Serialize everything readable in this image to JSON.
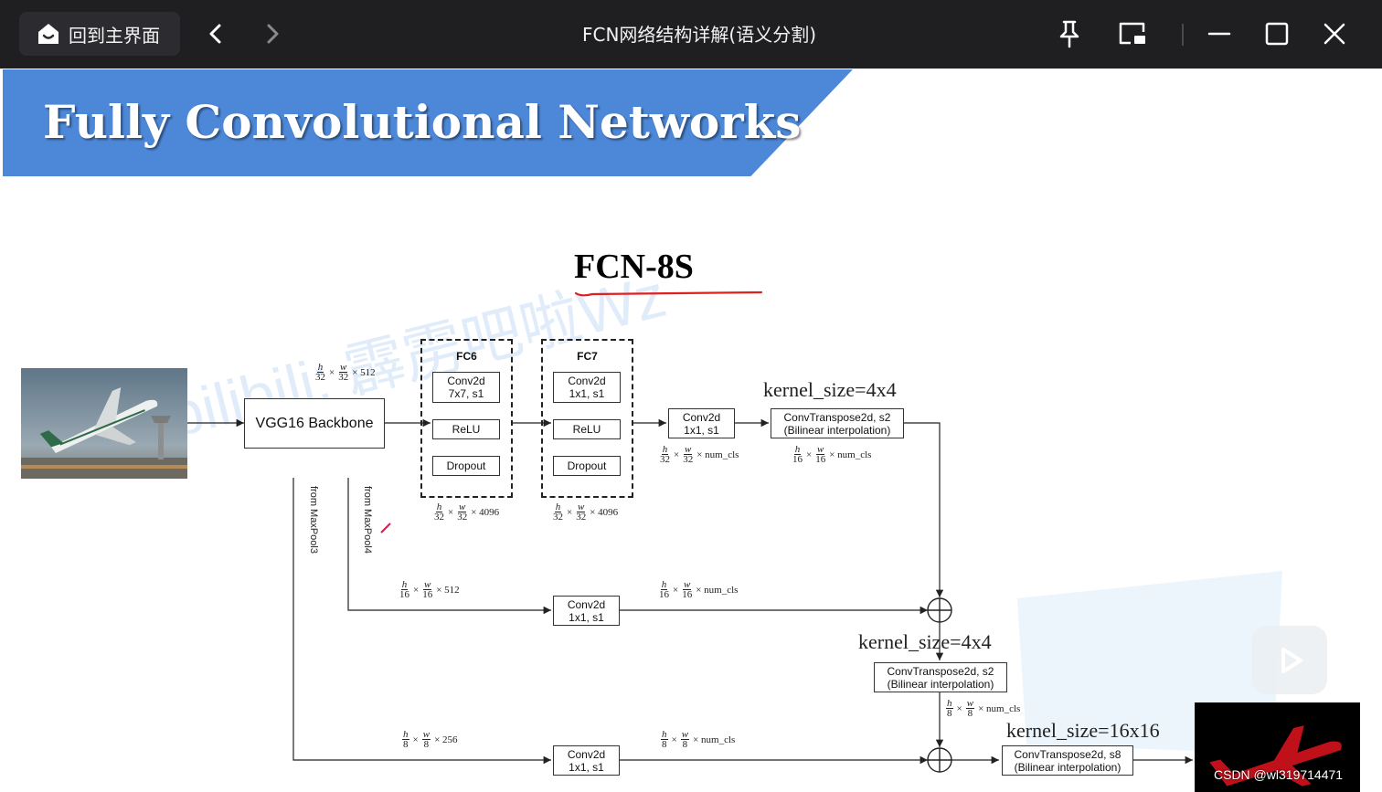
{
  "titlebar": {
    "home_label": "回到主界面",
    "title": "FCN网络结构详解(语义分割)",
    "icons": [
      "home-icon",
      "chevron-left-icon",
      "chevron-right-icon",
      "pin-icon",
      "picture-in-picture-icon",
      "minimize-icon",
      "maximize-icon",
      "close-icon"
    ]
  },
  "slide": {
    "banner_title": "Fully Convolutional Networks",
    "heading": "FCN-8S",
    "watermark": "bilibili: 霹雳吧啦Wz",
    "credit": "CSDN @wl319714471",
    "accent_color": "#4d88d8"
  },
  "diagram": {
    "backbone": "VGG16 Backbone",
    "fc6": {
      "title": "FC6",
      "conv_line1": "Conv2d",
      "conv_line2": "7x7, s1",
      "relu": "ReLU",
      "dropout": "Dropout"
    },
    "fc7": {
      "title": "FC7",
      "conv_line1": "Conv2d",
      "conv_line2": "1x1, s1",
      "relu": "ReLU",
      "dropout": "Dropout"
    },
    "conv_main": {
      "line1": "Conv2d",
      "line2": "1x1, s1"
    },
    "conv_pool4": {
      "line1": "Conv2d",
      "line2": "1x1, s1"
    },
    "conv_pool3": {
      "line1": "Conv2d",
      "line2": "1x1, s1"
    },
    "tconv_1": {
      "line1": "ConvTranspose2d, s2",
      "line2": "(Bilinear interpolation)"
    },
    "tconv_2": {
      "line1": "ConvTranspose2d, s2",
      "line2": "(Bilinear interpolation)"
    },
    "tconv_3": {
      "line1": "ConvTranspose2d, s8",
      "line2": "(Bilinear interpolation)"
    },
    "kernel_1": "kernel_size=4x4",
    "kernel_2": "kernel_size=4x4",
    "kernel_3": "kernel_size=16x16",
    "from_pool3": "from MaxPool3",
    "from_pool4": "from MaxPool4",
    "dims": {
      "backbone_out": {
        "h": "h",
        "h_d": "32",
        "w": "w",
        "w_d": "32",
        "c": "× 512"
      },
      "fc6_out": {
        "h": "h",
        "h_d": "32",
        "w": "w",
        "w_d": "32",
        "c": "× 4096"
      },
      "fc7_out": {
        "h": "h",
        "h_d": "32",
        "w": "w",
        "w_d": "32",
        "c": "× 4096"
      },
      "conv_main_out": {
        "h": "h",
        "h_d": "32",
        "w": "w",
        "w_d": "32",
        "c": "× num_cls"
      },
      "tconv1_out": {
        "h": "h",
        "h_d": "16",
        "w": "w",
        "w_d": "16",
        "c": "× num_cls"
      },
      "pool4_in": {
        "h": "h",
        "h_d": "16",
        "w": "w",
        "w_d": "16",
        "c": "× 512"
      },
      "pool4_out": {
        "h": "h",
        "h_d": "16",
        "w": "w",
        "w_d": "16",
        "c": "× num_cls"
      },
      "tconv2_out": {
        "h": "h",
        "h_d": "8",
        "w": "w",
        "w_d": "8",
        "c": "× num_cls"
      },
      "pool3_in": {
        "h": "h",
        "h_d": "8",
        "w": "w",
        "w_d": "8",
        "c": "× 256"
      },
      "pool3_out": {
        "h": "h",
        "h_d": "8",
        "w": "w",
        "w_d": "8",
        "c": "× num_cls"
      }
    }
  }
}
